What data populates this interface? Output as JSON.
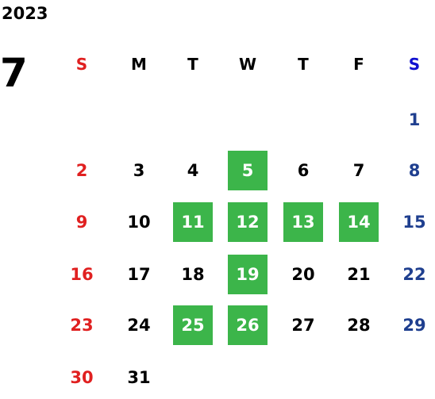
{
  "calendar": {
    "year": "2023",
    "month": "7",
    "weekdays": [
      {
        "label": "S",
        "color": "#e02020"
      },
      {
        "label": "M",
        "color": "#000000"
      },
      {
        "label": "T",
        "color": "#000000"
      },
      {
        "label": "W",
        "color": "#000000"
      },
      {
        "label": "T",
        "color": "#000000"
      },
      {
        "label": "F",
        "color": "#000000"
      },
      {
        "label": "S",
        "color": "#1010d0"
      }
    ],
    "first_weekday_index": 6,
    "days_in_month": 31,
    "highlighted_days": [
      "5",
      "11",
      "12",
      "13",
      "14",
      "19",
      "25",
      "26"
    ],
    "colors": {
      "sunday": "#e02020",
      "weekday": "#000000",
      "saturday": "#1f3f8f",
      "highlight_bg": "#3cb54a",
      "highlight_text": "#ffffff"
    }
  }
}
